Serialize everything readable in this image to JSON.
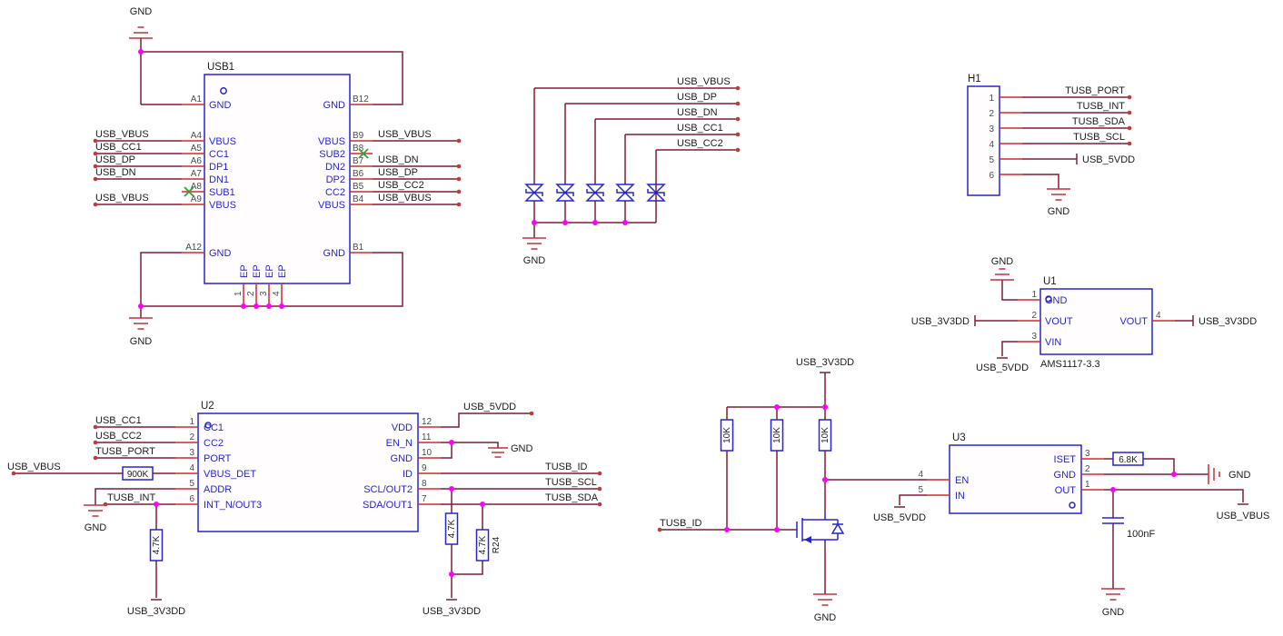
{
  "colors": {
    "wire": "#7e1f33",
    "pin": "#d42a2a",
    "symbol_outline": "#2525cf",
    "pin_name_text": "#2525cf",
    "pin_number_text": "#4a4a4a",
    "label_text": "#1b1b1b",
    "junction_dot": "#ff00ff",
    "ground_symbol": "#c4303c",
    "no_connect_flag": "#35a035",
    "background": "#ffffff"
  },
  "usb1": {
    "refdes": "USB1",
    "gnd_top": "GND",
    "gnd_bottom": "GND",
    "left_pins": [
      {
        "num": "A1",
        "name": "GND",
        "net": ""
      },
      {
        "num": "A4",
        "name": "VBUS",
        "net": "USB_VBUS"
      },
      {
        "num": "A5",
        "name": "CC1",
        "net": "USB_CC1"
      },
      {
        "num": "A6",
        "name": "DP1",
        "net": "USB_DP"
      },
      {
        "num": "A7",
        "name": "DN1",
        "net": "USB_DN"
      },
      {
        "num": "A8",
        "name": "SUB1",
        "net": ""
      },
      {
        "num": "A9",
        "name": "VBUS",
        "net": "USB_VBUS"
      },
      {
        "num": "A12",
        "name": "GND",
        "net": ""
      }
    ],
    "right_pins": [
      {
        "num": "B12",
        "name": "GND",
        "net": ""
      },
      {
        "num": "B9",
        "name": "VBUS",
        "net": "USB_VBUS"
      },
      {
        "num": "B8",
        "name": "SUB2",
        "net": ""
      },
      {
        "num": "B7",
        "name": "DN2",
        "net": "USB_DN"
      },
      {
        "num": "B6",
        "name": "DP2",
        "net": "USB_DP"
      },
      {
        "num": "B5",
        "name": "CC2",
        "net": "USB_CC2"
      },
      {
        "num": "B4",
        "name": "VBUS",
        "net": "USB_VBUS"
      },
      {
        "num": "B1",
        "name": "GND",
        "net": ""
      }
    ],
    "bottom_pins": [
      {
        "num": "1",
        "name": "EP"
      },
      {
        "num": "2",
        "name": "EP"
      },
      {
        "num": "3",
        "name": "EP"
      },
      {
        "num": "4",
        "name": "EP"
      }
    ]
  },
  "tvs_array": {
    "nets": [
      "USB_VBUS",
      "USB_DP",
      "USB_DN",
      "USB_CC1",
      "USB_CC2"
    ],
    "gnd": "GND"
  },
  "h1": {
    "refdes": "H1",
    "pins": [
      "1",
      "2",
      "3",
      "4",
      "5",
      "6"
    ],
    "nets": [
      "TUSB_PORT",
      "TUSB_INT",
      "TUSB_SDA",
      "TUSB_SCL"
    ],
    "power_net": "USB_5VDD",
    "gnd": "GND"
  },
  "u1": {
    "refdes": "U1",
    "value": "AMS1117-3.3",
    "left_pins": [
      {
        "num": "1",
        "name": "GND"
      },
      {
        "num": "2",
        "name": "VOUT"
      },
      {
        "num": "3",
        "name": "VIN"
      }
    ],
    "right_pins": [
      {
        "num": "4",
        "name": "VOUT"
      }
    ],
    "net_top": "GND",
    "net_left": "USB_3V3DD",
    "net_bottom": "USB_5VDD",
    "net_right": "USB_3V3DD"
  },
  "u2": {
    "refdes": "U2",
    "left_pins": [
      {
        "num": "1",
        "name": "CC1",
        "net": "USB_CC1"
      },
      {
        "num": "2",
        "name": "CC2",
        "net": "USB_CC2"
      },
      {
        "num": "3",
        "name": "PORT",
        "net": "TUSB_PORT"
      },
      {
        "num": "4",
        "name": "VBUS_DET",
        "net": "USB_VBUS"
      },
      {
        "num": "5",
        "name": "ADDR",
        "net": "GND"
      },
      {
        "num": "6",
        "name": "INT_N/OUT3",
        "net": "TUSB_INT"
      }
    ],
    "right_pins": [
      {
        "num": "12",
        "name": "VDD",
        "net": "USB_5VDD"
      },
      {
        "num": "11",
        "name": "EN_N",
        "net": "GND"
      },
      {
        "num": "10",
        "name": "GND",
        "net": ""
      },
      {
        "num": "9",
        "name": "ID",
        "net": "TUSB_ID"
      },
      {
        "num": "8",
        "name": "SCL/OUT2",
        "net": "TUSB_SCL"
      },
      {
        "num": "7",
        "name": "SDA/OUT1",
        "net": "TUSB_SDA"
      }
    ],
    "r_vbus_det": "900K",
    "r_int_pullup": "4.7K",
    "r_scl_pullup": "4.7K",
    "r_sda_pullup": "4.7K",
    "r_sda_refdes": "R24",
    "int_pullup_net": "USB_3V3DD",
    "i2c_pullup_net": "USB_3V3DD"
  },
  "pullups": {
    "power_net": "USB_3V3DD",
    "r1": "10K",
    "r2": "10K",
    "r3": "10K",
    "id_net": "TUSB_ID",
    "gnd": "GND"
  },
  "u3": {
    "refdes": "U3",
    "left_pins": [
      {
        "num": "4",
        "name": "EN"
      },
      {
        "num": "5",
        "name": "IN"
      }
    ],
    "right_pins": [
      {
        "num": "3",
        "name": "ISET"
      },
      {
        "num": "2",
        "name": "GND"
      },
      {
        "num": "1",
        "name": "OUT"
      }
    ],
    "in_net": "USB_5VDD",
    "r_iset": "6.8K",
    "gnd_label": "GND",
    "out_net": "USB_VBUS",
    "cap_value": "100nF",
    "cap_gnd": "GND"
  }
}
